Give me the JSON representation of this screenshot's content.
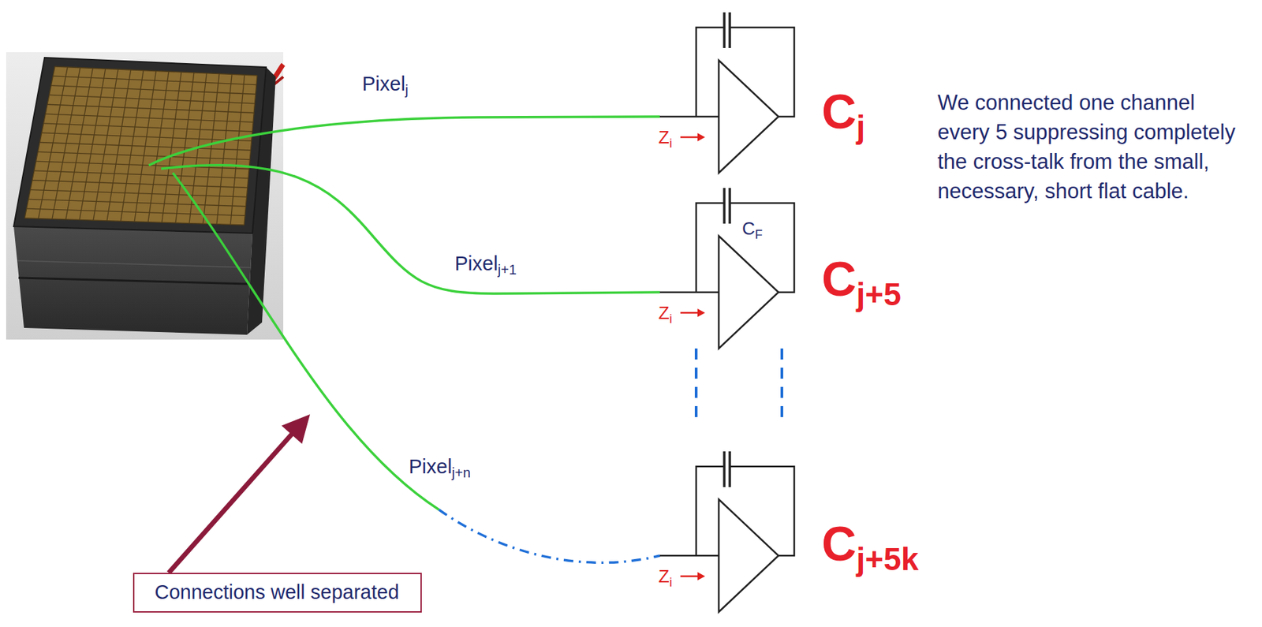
{
  "diagram": {
    "nodes": [
      {
        "text": [
          "Connections well separated"
        ]
      }
    ],
    "labels": [
      "Pixel",
      "j",
      "Pixel",
      "j+1",
      "Pixel",
      "j+n",
      "Z",
      "i",
      "Z",
      "i",
      "Z",
      "i",
      "C",
      "j",
      "C",
      "F",
      "C",
      "j+5",
      "C",
      "j+5k",
      "We connected one channel every 5 suppressing completely the cross-talk from the small, necessary, short flat cable."
    ]
  }
}
